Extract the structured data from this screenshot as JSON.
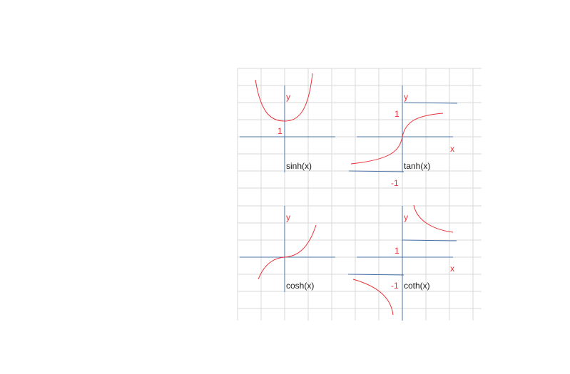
{
  "colors": {
    "grid": "#d9d9d9",
    "axis": "#4a73a8",
    "curve": "#e8333a",
    "text_red": "#e8333a",
    "text_black": "#1a1a1a"
  },
  "panels": {
    "sinh": {
      "function_label": "sinh(x)",
      "y_label": "y",
      "tick_one": "1"
    },
    "tanh": {
      "function_label": "tanh(x)",
      "y_label": "y",
      "x_label": "x",
      "tick_one": "1",
      "tick_minus_one": "-1"
    },
    "cosh": {
      "function_label": "cosh(x)",
      "y_label": "y"
    },
    "coth": {
      "function_label": "coth(x)",
      "y_label": "y",
      "x_label": "x",
      "tick_one": "1",
      "tick_minus_one": "-1"
    }
  }
}
